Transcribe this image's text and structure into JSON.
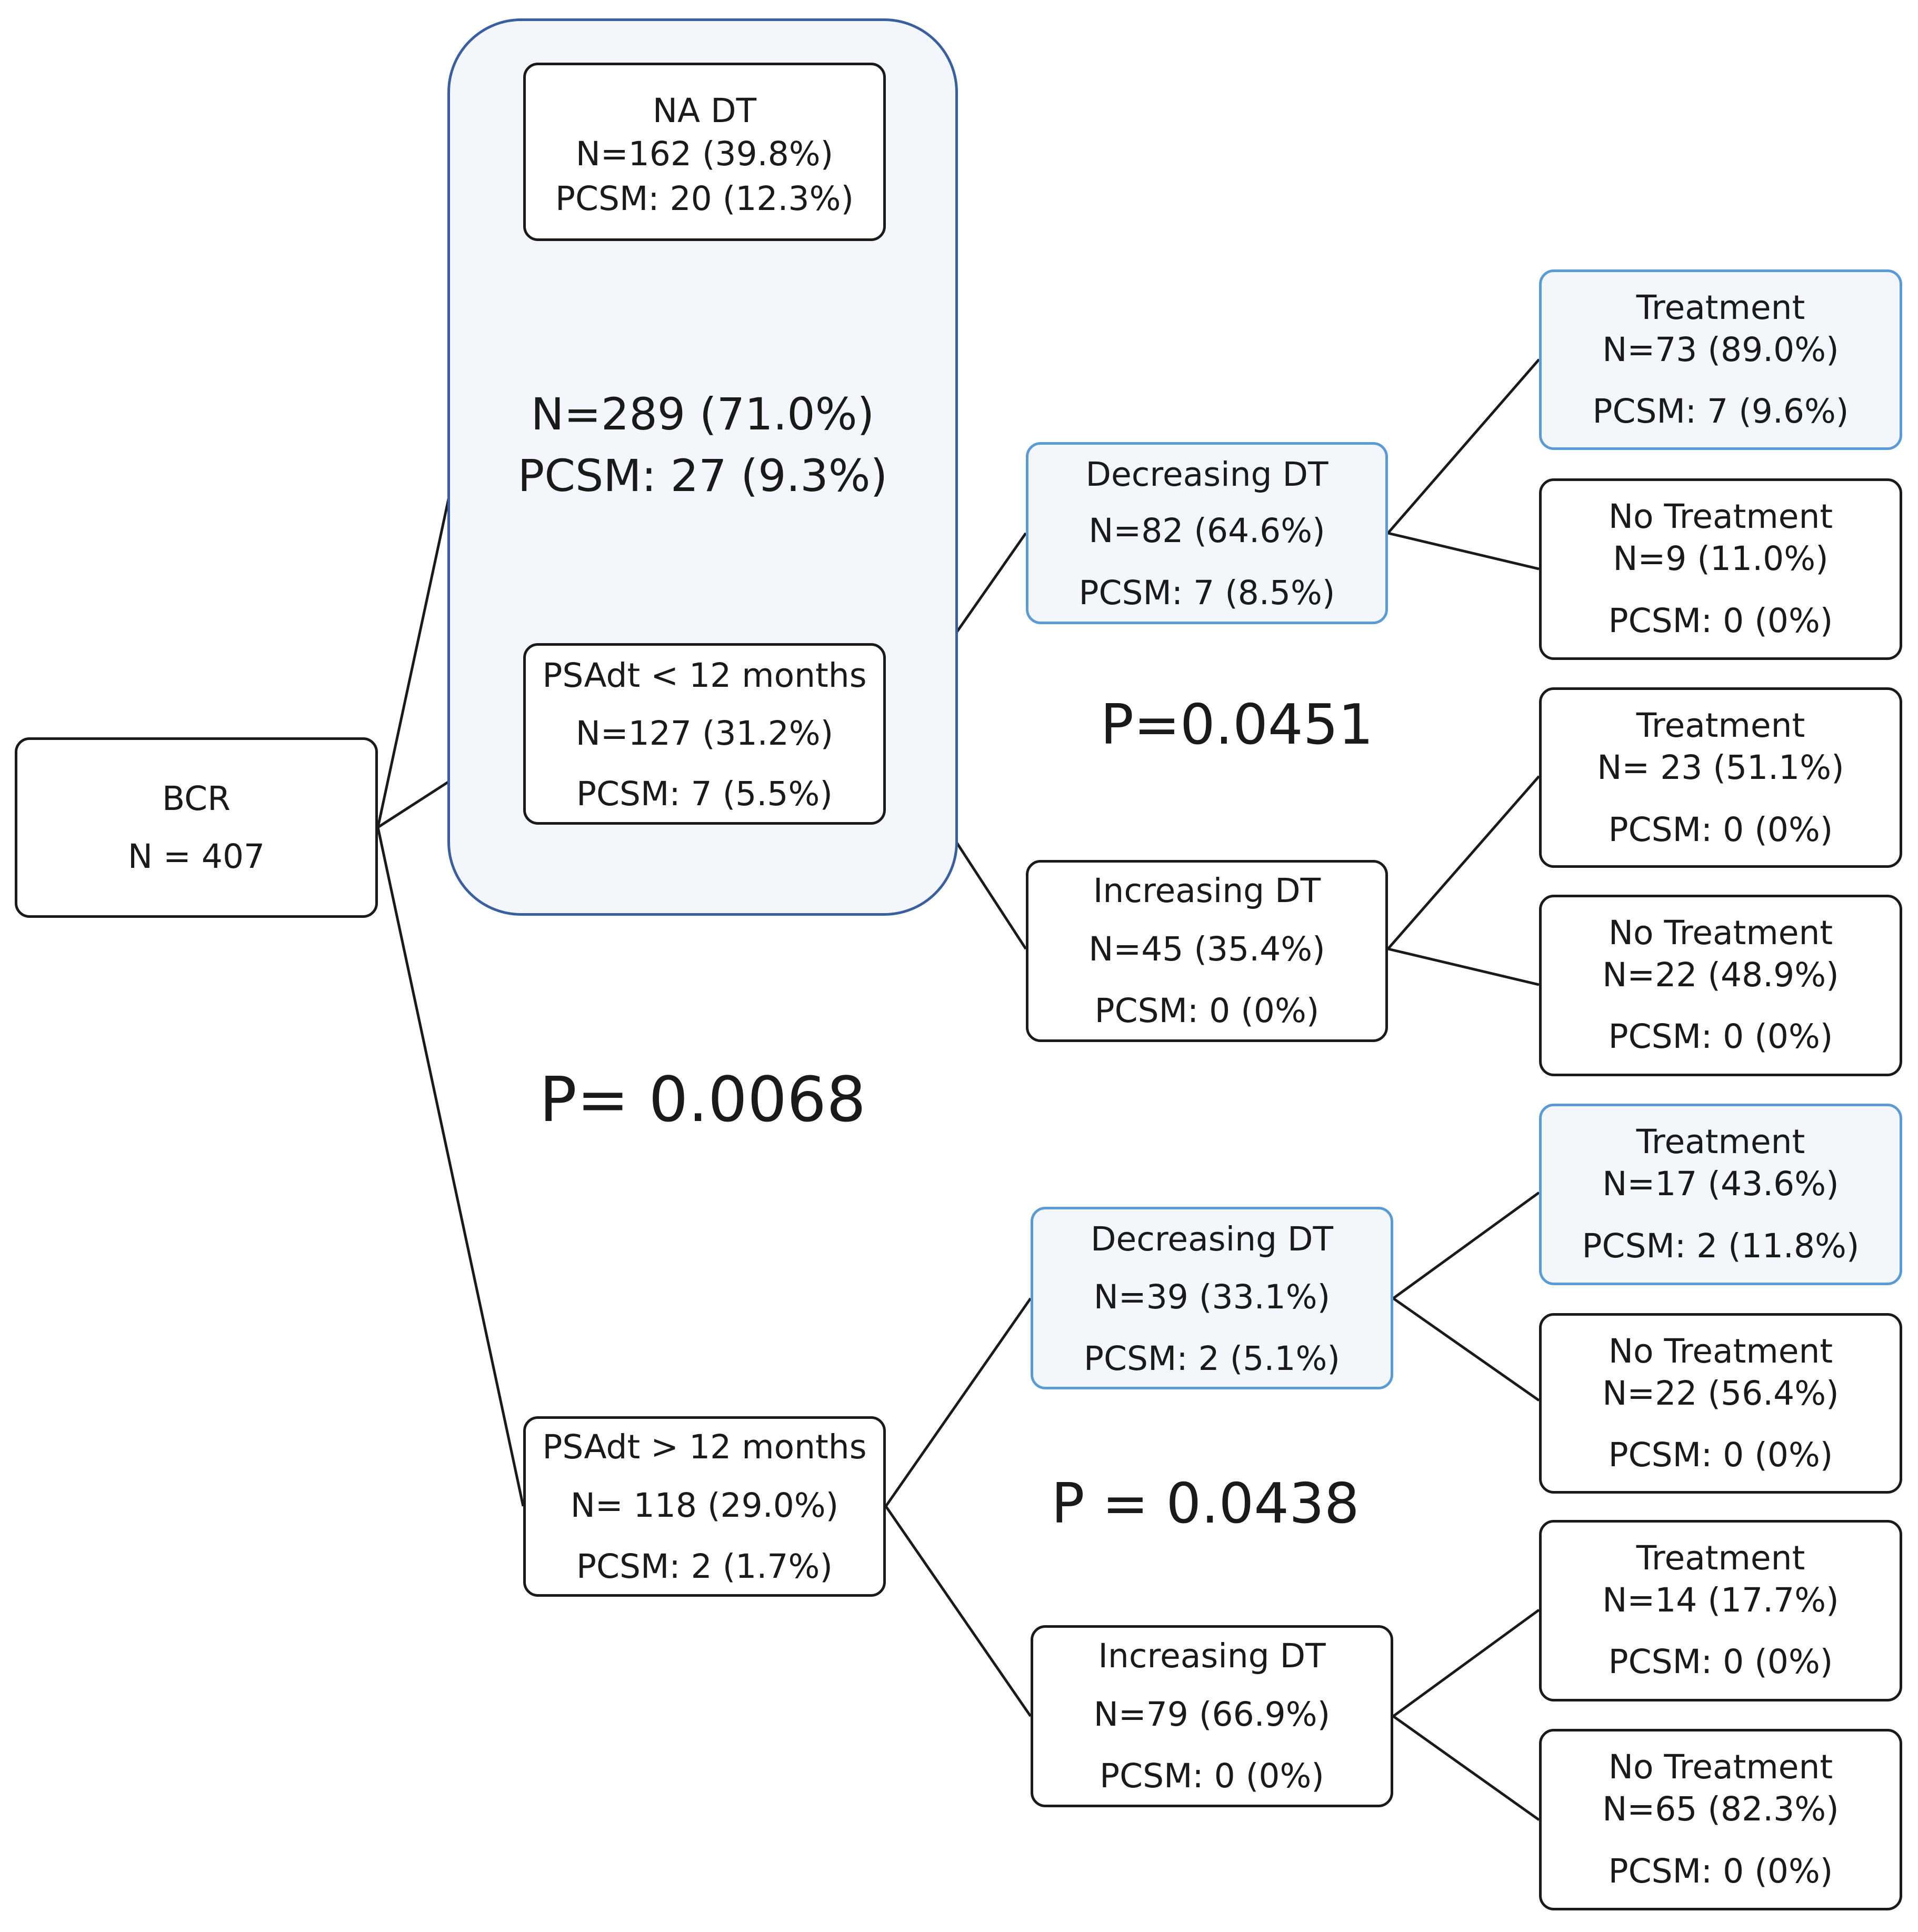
{
  "root": {
    "label": "BCR",
    "n": "N = 407"
  },
  "group_summary": {
    "n": "N=289 (71.0%)",
    "pcsm": "PCSM: 27 (9.3%)"
  },
  "level1": {
    "na_dt": {
      "label": "NA DT",
      "n": "N=162 (39.8%)",
      "pcsm": "PCSM: 20 (12.3%)"
    },
    "psadt_lt12": {
      "label": "PSAdt < 12 months",
      "n": "N=127 (31.2%)",
      "pcsm": "PCSM: 7 (5.5%)"
    },
    "psadt_gt12": {
      "label": "PSAdt > 12 months",
      "n": "N= 118 (29.0%)",
      "pcsm": "PCSM: 2 (1.7%)"
    }
  },
  "level2": {
    "lt12_decreasing": {
      "label": "Decreasing DT",
      "n": "N=82 (64.6%)",
      "pcsm": "PCSM: 7 (8.5%)"
    },
    "lt12_increasing": {
      "label": "Increasing DT",
      "n": "N=45 (35.4%)",
      "pcsm": "PCSM: 0 (0%)"
    },
    "gt12_decreasing": {
      "label": "Decreasing DT",
      "n": "N=39 (33.1%)",
      "pcsm": "PCSM: 2 (5.1%)"
    },
    "gt12_increasing": {
      "label": "Increasing DT",
      "n": "N=79 (66.9%)",
      "pcsm": "PCSM: 0 (0%)"
    }
  },
  "level3": {
    "t1": {
      "label": "Treatment",
      "n": "N=73 (89.0%)",
      "pcsm": "PCSM: 7 (9.6%)"
    },
    "nt1": {
      "label": "No Treatment",
      "n": "N=9 (11.0%)",
      "pcsm": "PCSM: 0 (0%)"
    },
    "t2": {
      "label": "Treatment",
      "n": "N= 23 (51.1%)",
      "pcsm": "PCSM: 0 (0%)"
    },
    "nt2": {
      "label": "No Treatment",
      "n": "N=22 (48.9%)",
      "pcsm": "PCSM: 0 (0%)"
    },
    "t3": {
      "label": "Treatment",
      "n": "N=17 (43.6%)",
      "pcsm": "PCSM: 2 (11.8%)"
    },
    "nt3": {
      "label": "No Treatment",
      "n": "N=22 (56.4%)",
      "pcsm": "PCSM: 0 (0%)"
    },
    "t4": {
      "label": "Treatment",
      "n": "N=14  (17.7%)",
      "pcsm": "PCSM: 0 (0%)"
    },
    "nt4": {
      "label": "No Treatment",
      "n": "N=65 (82.3%)",
      "pcsm": "PCSM: 0 (0%)"
    }
  },
  "p_values": {
    "main": "P= 0.0068",
    "lt12": "P=0.0451",
    "gt12": "P = 0.0438"
  },
  "colors": {
    "line": "#1a1a1a",
    "highlight_border": "#5b9bd5",
    "highlight_fill": "#f3f7fc",
    "group_border": "#3a5fa0"
  }
}
